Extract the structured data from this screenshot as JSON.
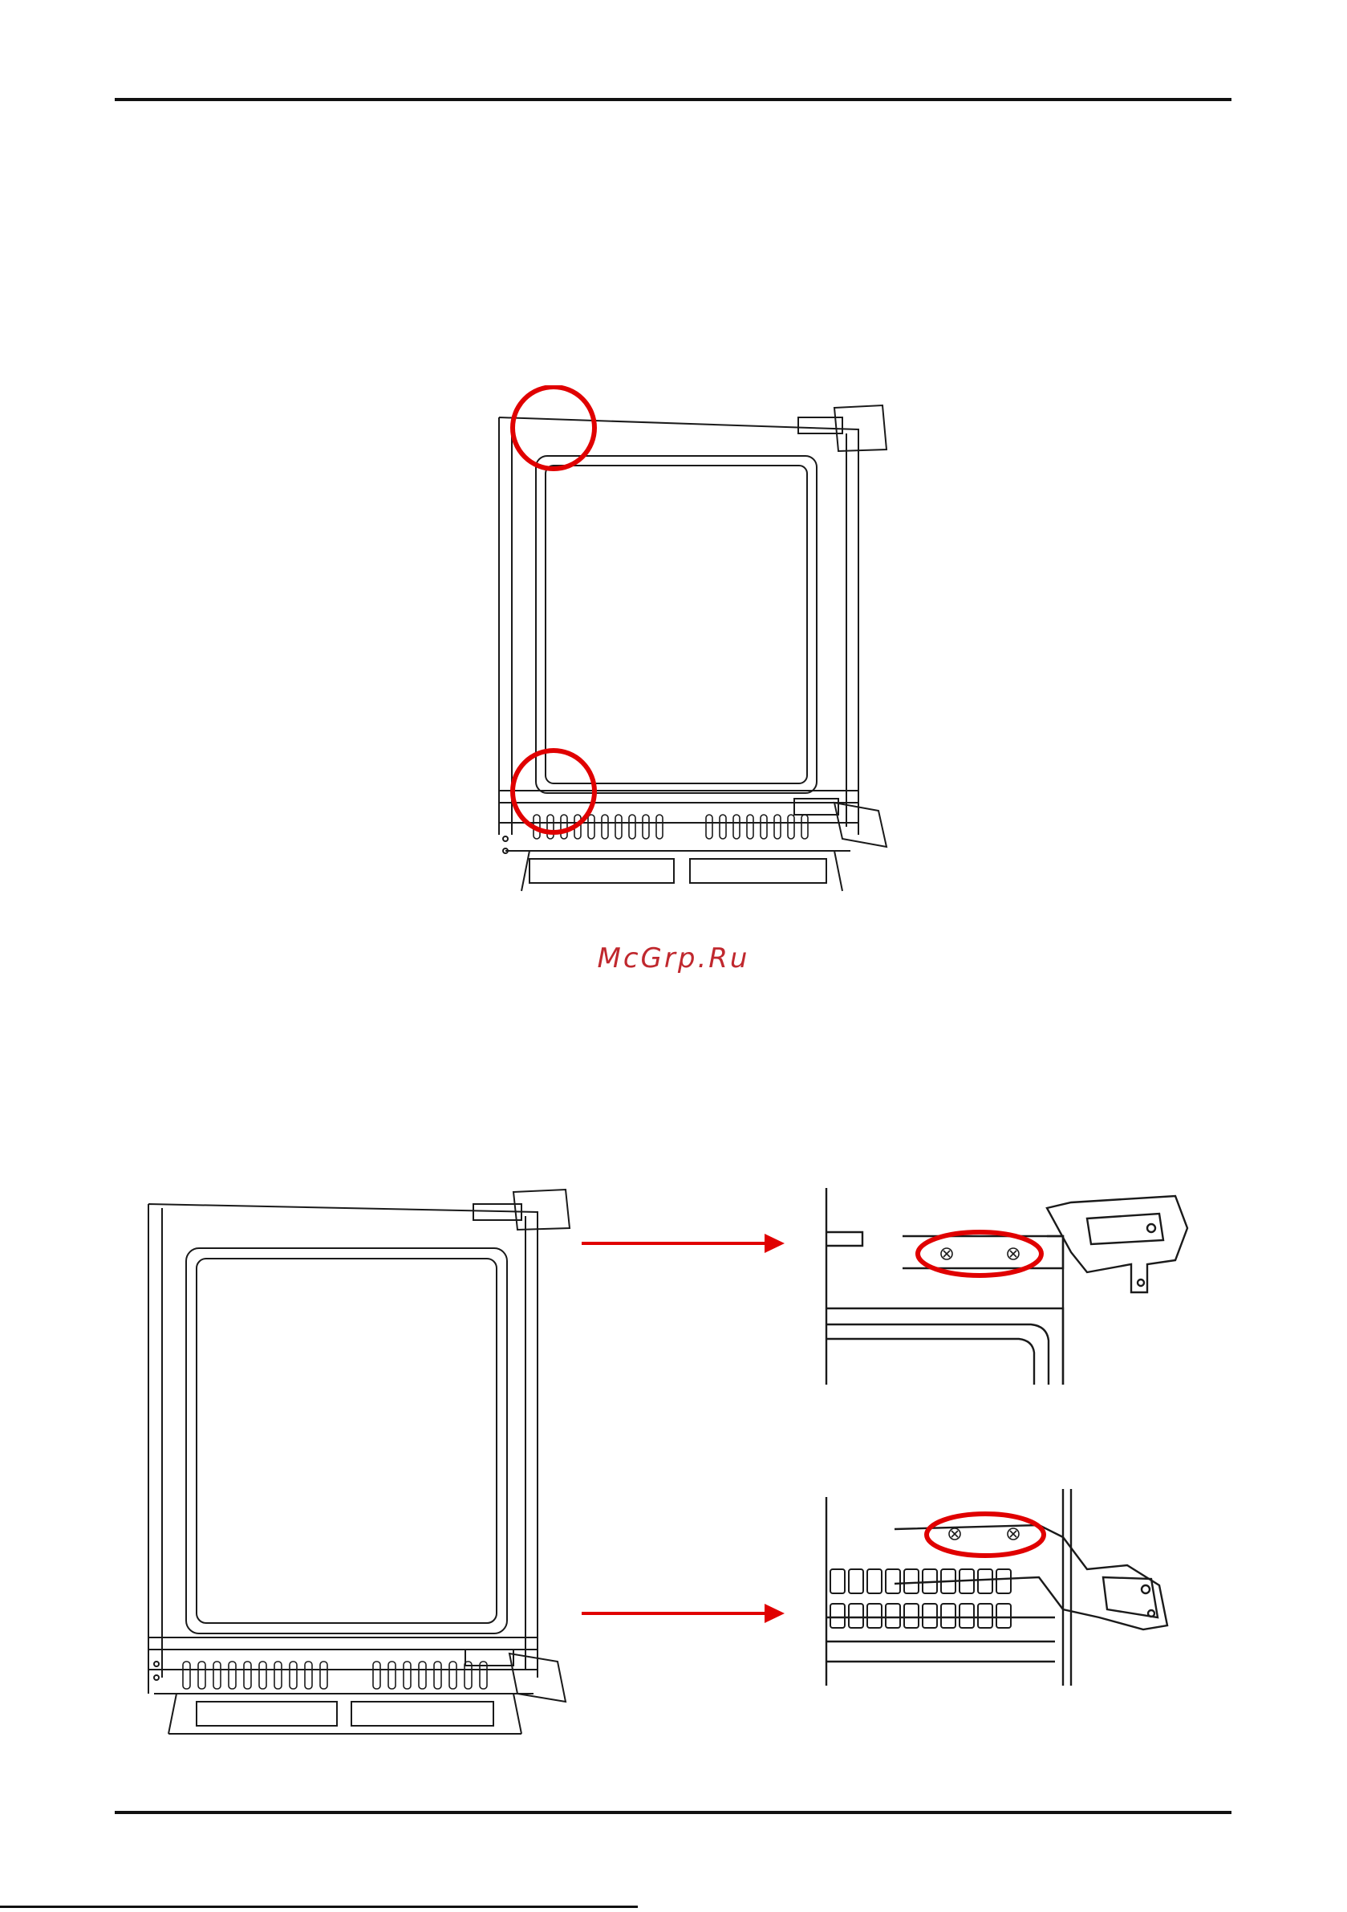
{
  "document": {
    "watermark": "McGrp.Ru",
    "accent_color": "#e00000",
    "line_color": "#1a1a1a"
  },
  "figures": [
    {
      "id": "fig-top",
      "subject": "built-in-fridge-door-front-view",
      "highlights": 2
    },
    {
      "id": "fig-bottom-left",
      "subject": "built-in-fridge-door-front-view",
      "highlights": 0
    },
    {
      "id": "fig-detail-top",
      "subject": "upper-hinge-closeup",
      "highlights": 1
    },
    {
      "id": "fig-detail-bottom",
      "subject": "lower-hinge-closeup",
      "highlights": 1
    }
  ]
}
